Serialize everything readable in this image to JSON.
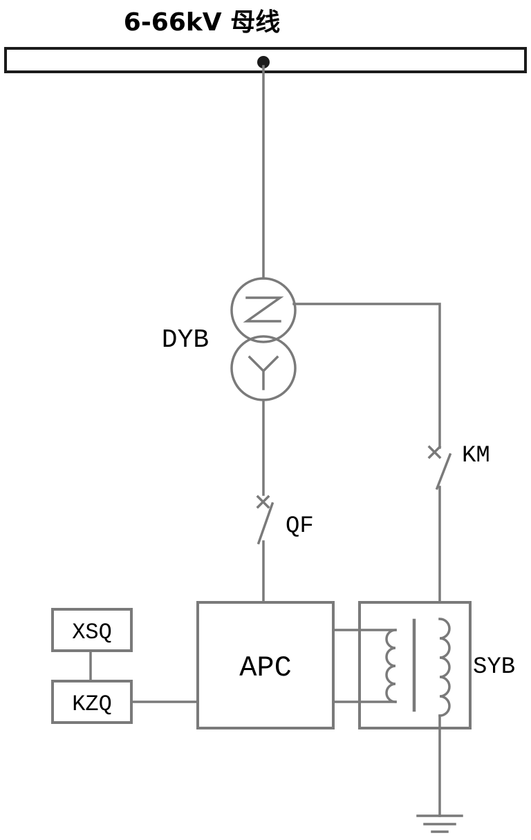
{
  "title": "6-66kV 母线",
  "labels": {
    "transformer": "DYB",
    "breaker": "QF",
    "contactor": "KM",
    "apc": "APC",
    "syb": "SYB",
    "xsq": "XSQ",
    "kzq": "KZQ"
  },
  "colors": {
    "line": "#7a7a7a",
    "busbar": "#1b1b1b",
    "text": "#000000",
    "background": "#ffffff"
  }
}
